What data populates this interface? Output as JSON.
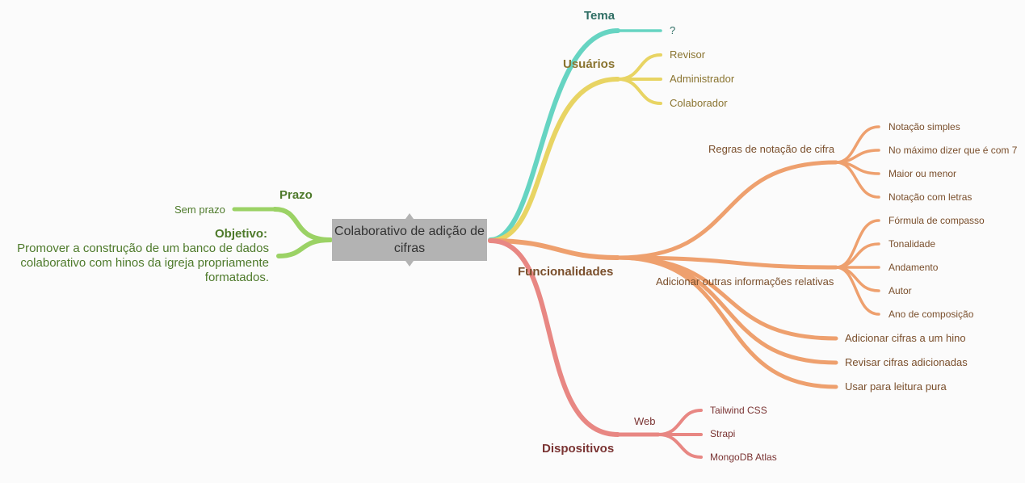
{
  "central": "Colaborativo de adição de cifras",
  "colors": {
    "tema": "#66d4c2",
    "usuarios": "#e8d463",
    "funcionalidades": "#eea06e",
    "dispositivos": "#e88783",
    "prazo": "#9bd265",
    "central_box": "#b3b3b3"
  },
  "tema": {
    "label": "Tema",
    "items": [
      "?"
    ]
  },
  "usuarios": {
    "label": "Usuários",
    "items": [
      "Revisor",
      "Administrador",
      "Colaborador"
    ]
  },
  "funcionalidades": {
    "label": "Funcionalidades",
    "regras": {
      "label": "Regras de notação de cifra",
      "items": [
        "Notação simples",
        "No máximo dizer que é com 7",
        "Maior ou menor",
        "Notação com letras"
      ]
    },
    "adicionar_info": {
      "label": "Adicionar outras informações relativas",
      "items": [
        "Fórmula de compasso",
        "Tonalidade",
        "Andamento",
        "Autor",
        "Ano de composição"
      ]
    },
    "others": [
      "Adicionar cifras a um hino",
      "Revisar cifras adicionadas",
      "Usar para leitura pura"
    ]
  },
  "dispositivos": {
    "label": "Dispositivos",
    "web": {
      "label": "Web",
      "items": [
        "Tailwind CSS",
        "Strapi",
        "MongoDB Atlas"
      ]
    }
  },
  "prazo": {
    "label": "Prazo",
    "items": [
      "Sem prazo"
    ]
  },
  "objetivo": {
    "label": "Objetivo:",
    "text": "Promover a construção de um banco de dados colaborativo com hinos da igreja propriamente formatados."
  }
}
